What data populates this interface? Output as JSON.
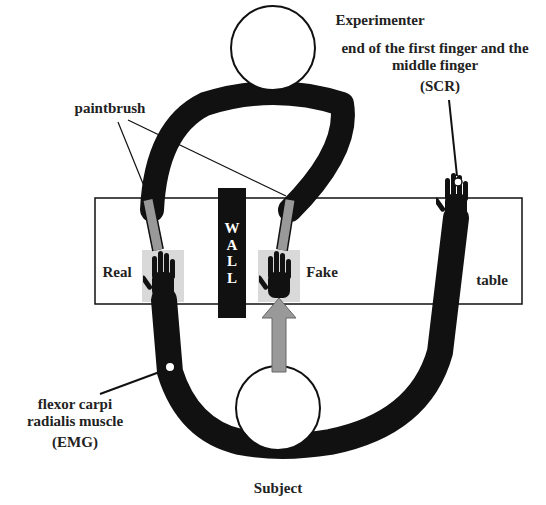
{
  "diagram": {
    "nodes": [
      {
        "text": [
          "WALL"
        ]
      }
    ],
    "labels": [
      "Experimenter",
      "end of the first finger and the middle finger",
      "(SCR)",
      "paintbrush",
      "Real",
      "Fake",
      "table",
      "flexor carpi radialis muscle",
      "(EMG)",
      "Subject"
    ]
  }
}
